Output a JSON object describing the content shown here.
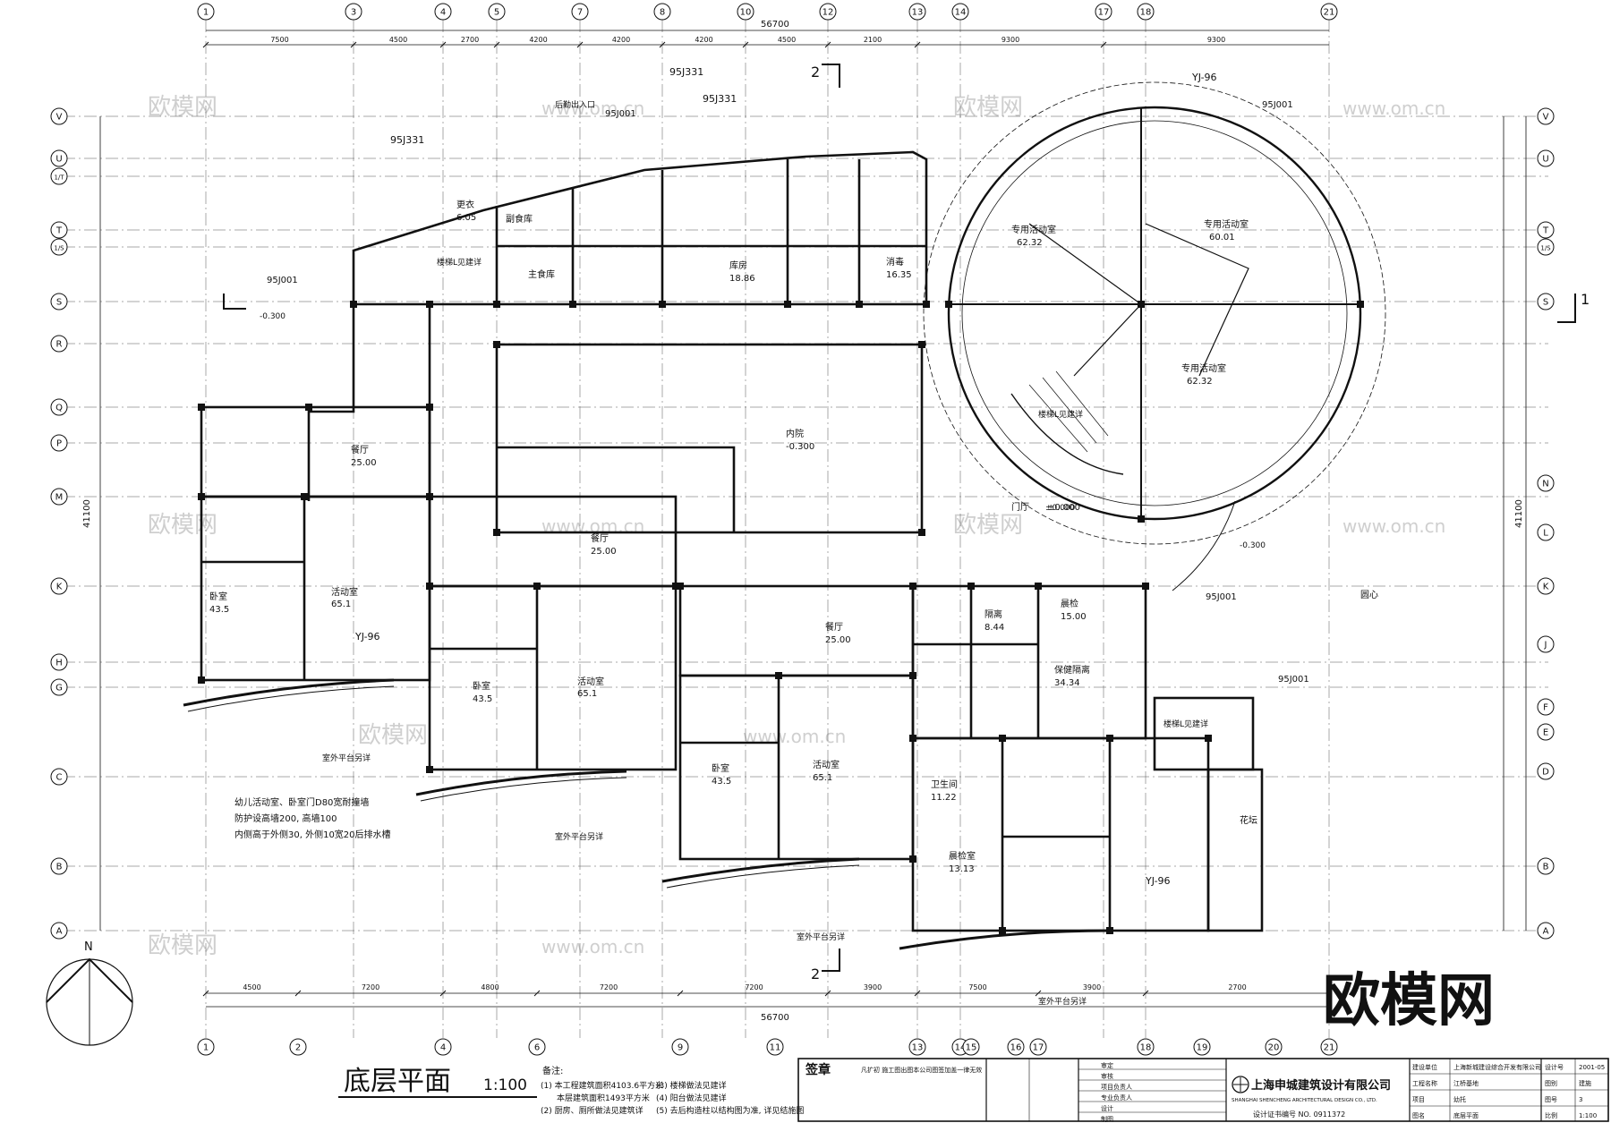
{
  "title_block": {
    "drawing_title": "底层平面",
    "scale": "1:100",
    "company_cn": "上海申城建筑设计有限公司",
    "company_en": "SHANGHAI SHENCHENG ARCHITECTURAL DESIGN CO., LTD.",
    "cert_no": "设计证书编号 NO. 0911372",
    "seal_label": "签章",
    "seal_note": "凡扩初 施工图出图本公司图签加盖一律无效",
    "fields": [
      {
        "label": "建设单位",
        "value": "上海新城建设综合开发有限公司"
      },
      {
        "label": "工程名称",
        "value": "江桥基地"
      },
      {
        "label": "项目",
        "value": "幼托"
      },
      {
        "label": "图名",
        "value": "底层平面"
      }
    ],
    "right_fields": [
      {
        "label": "设计号",
        "value": "2001-05"
      },
      {
        "label": "图别",
        "value": "建施"
      },
      {
        "label": "图号",
        "value": "3"
      },
      {
        "label": "比例",
        "value": "1:100"
      }
    ],
    "sign_roles": [
      "审定",
      "审核",
      "项目负责人",
      "专业负责人",
      "设计",
      "制图"
    ]
  },
  "notes": {
    "heading": "备注:",
    "items": [
      "(1) 本工程建筑面积4103.6平方米",
      "本层建筑面积1493平方米",
      "(2) 厨房、厕所做法见建筑详",
      "(3) 楼梯做法见建详",
      "(4) 阳台做法见建详",
      "(5) 去后构造柱以结构图为准, 详见结施图"
    ]
  },
  "axes": {
    "top": [
      "1",
      "3",
      "4",
      "5",
      "7",
      "8",
      "10",
      "12",
      "13",
      "14",
      "17",
      "18",
      "21"
    ],
    "bottom": [
      "1",
      "2",
      "4",
      "6",
      "9",
      "11",
      "13",
      "14",
      "15",
      "16",
      "17",
      "18",
      "19",
      "20",
      "21"
    ],
    "left": [
      "V",
      "U",
      "1/T",
      "T",
      "1/S",
      "S",
      "R",
      "Q",
      "P",
      "M",
      "K",
      "H",
      "G",
      "C",
      "B",
      "A"
    ],
    "right": [
      "V",
      "U",
      "T",
      "1/S",
      "S",
      "N",
      "L",
      "K",
      "J",
      "F",
      "E",
      "D",
      "B",
      "A"
    ]
  },
  "dimensions": {
    "overall_top": "56700",
    "overall_bottom": "56700",
    "top_chain": [
      "7500",
      "4500",
      "2700",
      "4200",
      "4200",
      "4200",
      "4500",
      "2100",
      "9300",
      "9300"
    ],
    "bottom_chain": [
      "4500",
      "7200",
      "4800",
      "7200",
      "7200",
      "3900",
      "7500",
      "3900",
      "2700"
    ],
    "left_overall": "41100",
    "right_overall": "41100"
  },
  "rooms": [
    {
      "name": "卧室",
      "area": "43.5"
    },
    {
      "name": "活动室",
      "area": "65.1"
    },
    {
      "name": "卧室",
      "area": "43.5"
    },
    {
      "name": "活动室",
      "area": "65.1"
    },
    {
      "name": "卧室",
      "area": "43.5"
    },
    {
      "name": "活动室",
      "area": "65.1"
    },
    {
      "name": "餐厅",
      "area": "25.00"
    },
    {
      "name": "餐厅",
      "area": "25.00"
    },
    {
      "name": "餐厅",
      "area": "25.00"
    },
    {
      "name": "专用活动室",
      "area": "62.32"
    },
    {
      "name": "专用活动室",
      "area": "60.01"
    },
    {
      "name": "专用活动室",
      "area": "62.32"
    },
    {
      "name": "门厅",
      "area": "±0.000"
    },
    {
      "name": "晨检",
      "area": "15.00"
    },
    {
      "name": "隔离",
      "area": "8.44"
    },
    {
      "name": "保健隔离",
      "area": "34.34"
    },
    {
      "name": "卫生间",
      "area": "11.22"
    },
    {
      "name": "晨检室",
      "area": "13.13"
    },
    {
      "name": "内院",
      "area": "-0.300"
    },
    {
      "name": "主食库",
      "area": ""
    },
    {
      "name": "副食库",
      "area": ""
    },
    {
      "name": "更衣",
      "area": "6.05"
    },
    {
      "name": "消毒",
      "area": "16.35"
    },
    {
      "name": "库房",
      "area": "18.86"
    },
    {
      "name": "花坛",
      "area": ""
    },
    {
      "name": "圆心",
      "area": ""
    }
  ],
  "labels": {
    "north": "N",
    "terrace": "室外平台另详",
    "section_mark": "2",
    "section_mark_right": "1",
    "stairs": "楼梯L见建详",
    "hall_level": "±0.000",
    "exterior_level": "-0.300",
    "kitchen_entry": "后勤出入口",
    "design_note_1": "幼儿活动室、卧室门D80宽耐撞墙",
    "design_note_2": "防护设高墙200, 高墙100",
    "design_note_3": "内侧高于外侧30, 外侧10宽20后排水槽",
    "detail_ref_1": "95J331",
    "detail_ref_2": "95J001",
    "detail_ref_3": "YJ-96",
    "logo_text": "欧模网",
    "watermark": "欧模网",
    "watermark_url": "www.om.cn"
  },
  "colors": {
    "ink": "#111111",
    "watermark": "#cfcfcf",
    "paper": "#ffffff"
  }
}
